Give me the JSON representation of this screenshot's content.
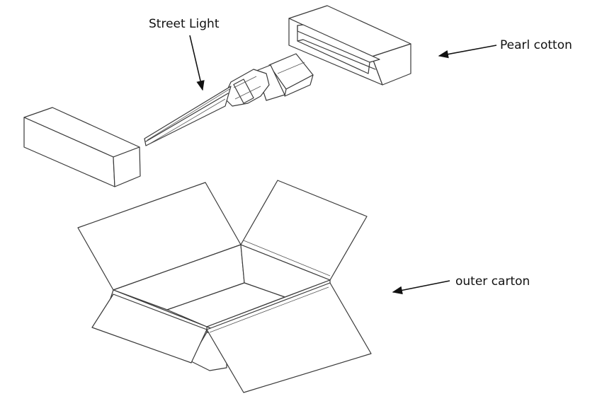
{
  "labels": {
    "street_light": "Street Light",
    "pearl_cotton": "Pearl cotton",
    "outer_carton": "outer carton"
  },
  "colors": {
    "line": "#3a3a3a",
    "text": "#111111",
    "background": "#ffffff"
  }
}
